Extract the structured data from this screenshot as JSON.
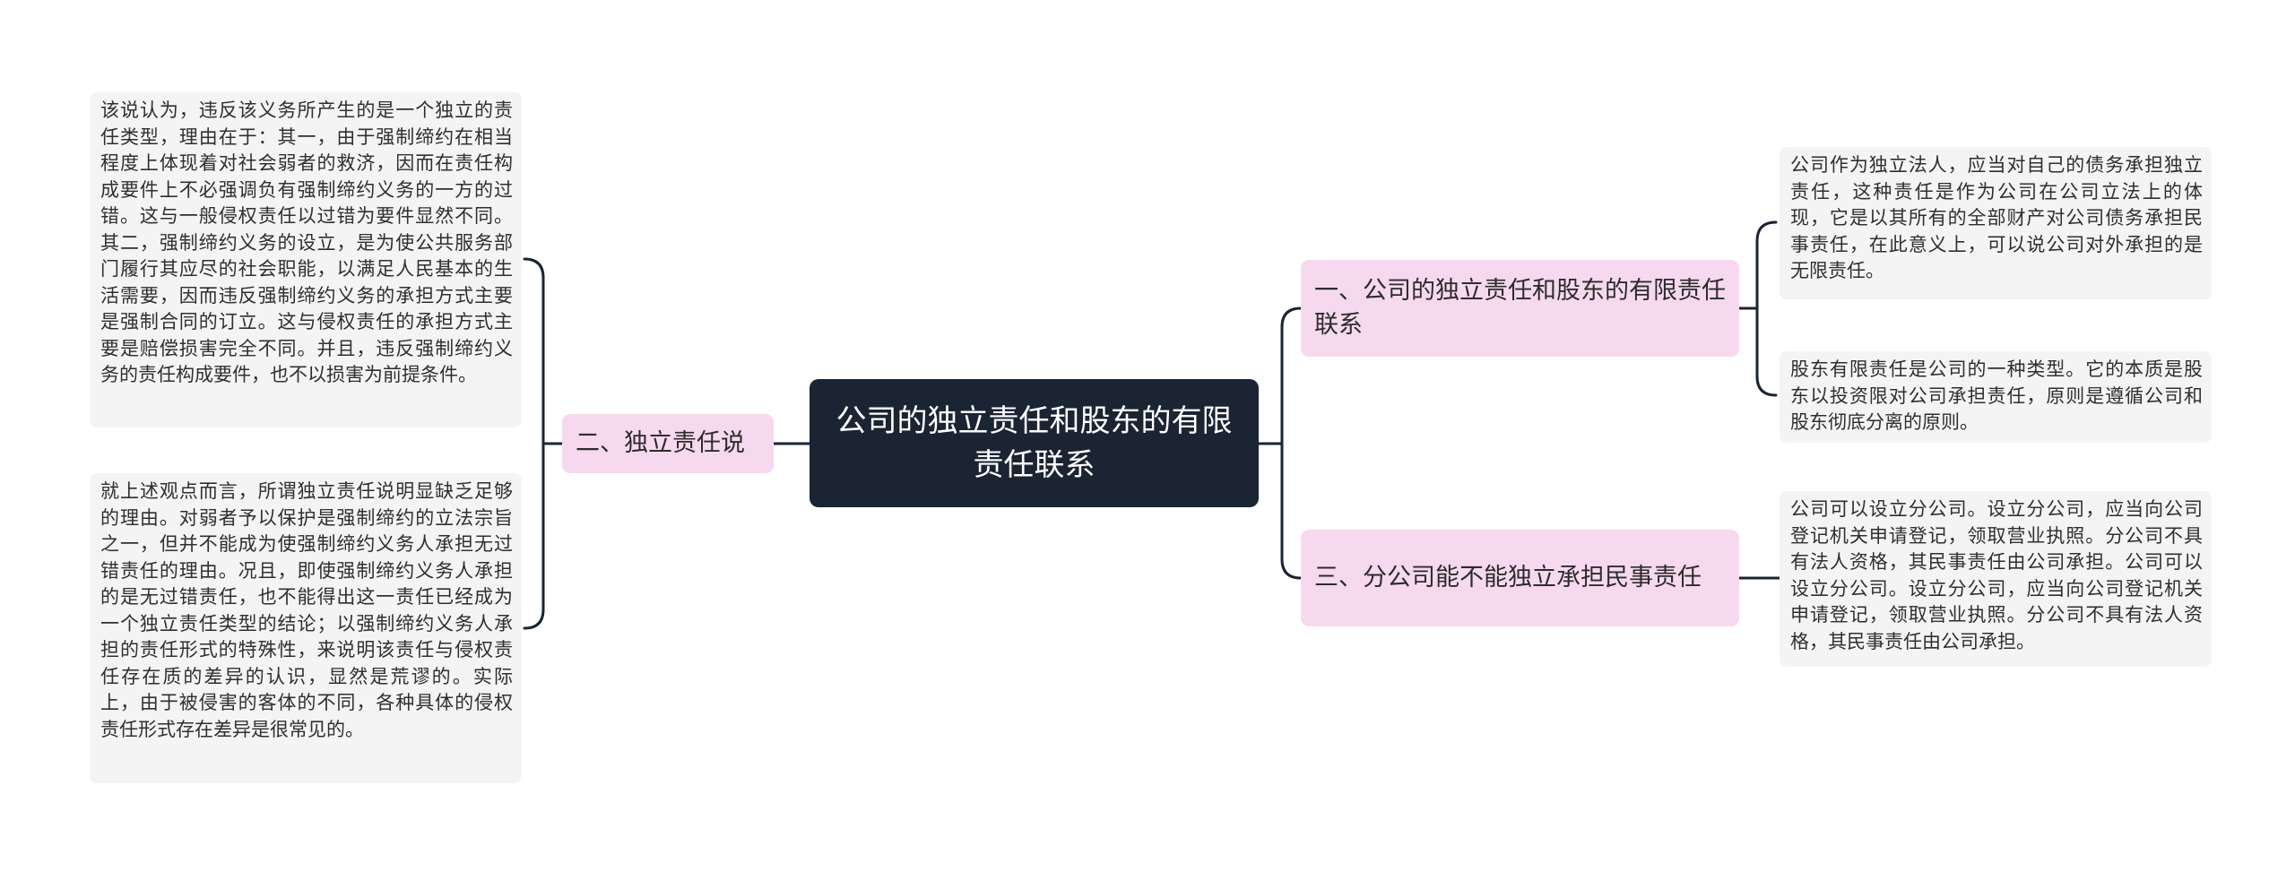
{
  "root": {
    "title": "公司的独立责任和股东的有限责任联系"
  },
  "branches": [
    {
      "label": "一、公司的独立责任和股东的有限责任联系",
      "leaves": [
        "公司作为独立法人，应当对自己的债务承担独立责任，这种责任是作为公司在公司立法上的体现，它是以其所有的全部财产对公司债务承担民事责任，在此意义上，可以说公司对外承担的是无限责任。",
        "股东有限责任是公司的一种类型。它的本质是股东以投资限对公司承担责任，原则是遵循公司和股东彻底分离的原则。"
      ]
    },
    {
      "label": "二、独立责任说",
      "leaves": [
        "该说认为，违反该义务所产生的是一个独立的责任类型，理由在于：其一，由于强制缔约在相当程度上体现着对社会弱者的救济，因而在责任构成要件上不必强调负有强制缔约义务的一方的过错。这与一般侵权责任以过错为要件显然不同。其二，强制缔约义务的设立，是为使公共服务部门履行其应尽的社会职能，以满足人民基本的生活需要，因而违反强制缔约义务的承担方式主要是强制合同的订立。这与侵权责任的承担方式主要是赔偿损害完全不同。并且，违反强制缔约义务的责任构成要件，也不以损害为前提条件。",
        "就上述观点而言，所谓独立责任说明显缺乏足够的理由。对弱者予以保护是强制缔约的立法宗旨之一，但并不能成为使强制缔约义务人承担无过错责任的理由。况且，即使强制缔约义务人承担的是无过错责任，也不能得出这一责任已经成为一个独立责任类型的结论；以强制缔约义务人承担的责任形式的特殊性，来说明该责任与侵权责任存在质的差异的认识，显然是荒谬的。实际上，由于被侵害的客体的不同，各种具体的侵权责任形式存在差异是很常见的。"
      ]
    },
    {
      "label": "三、分公司能不能独立承担民事责任",
      "leaves": [
        "公司可以设立分公司。设立分公司，应当向公司登记机关申请登记，领取营业执照。分公司不具有法人资格，其民事责任由公司承担。公司可以设立分公司。设立分公司，应当向公司登记机关申请登记，领取营业执照。分公司不具有法人资格，其民事责任由公司承担。"
      ]
    }
  ],
  "colors": {
    "root_bg": "#1a2433",
    "branch_bg": "#f6d9ee",
    "leaf_bg": "#f4f4f4",
    "connector": "#1a2433"
  }
}
